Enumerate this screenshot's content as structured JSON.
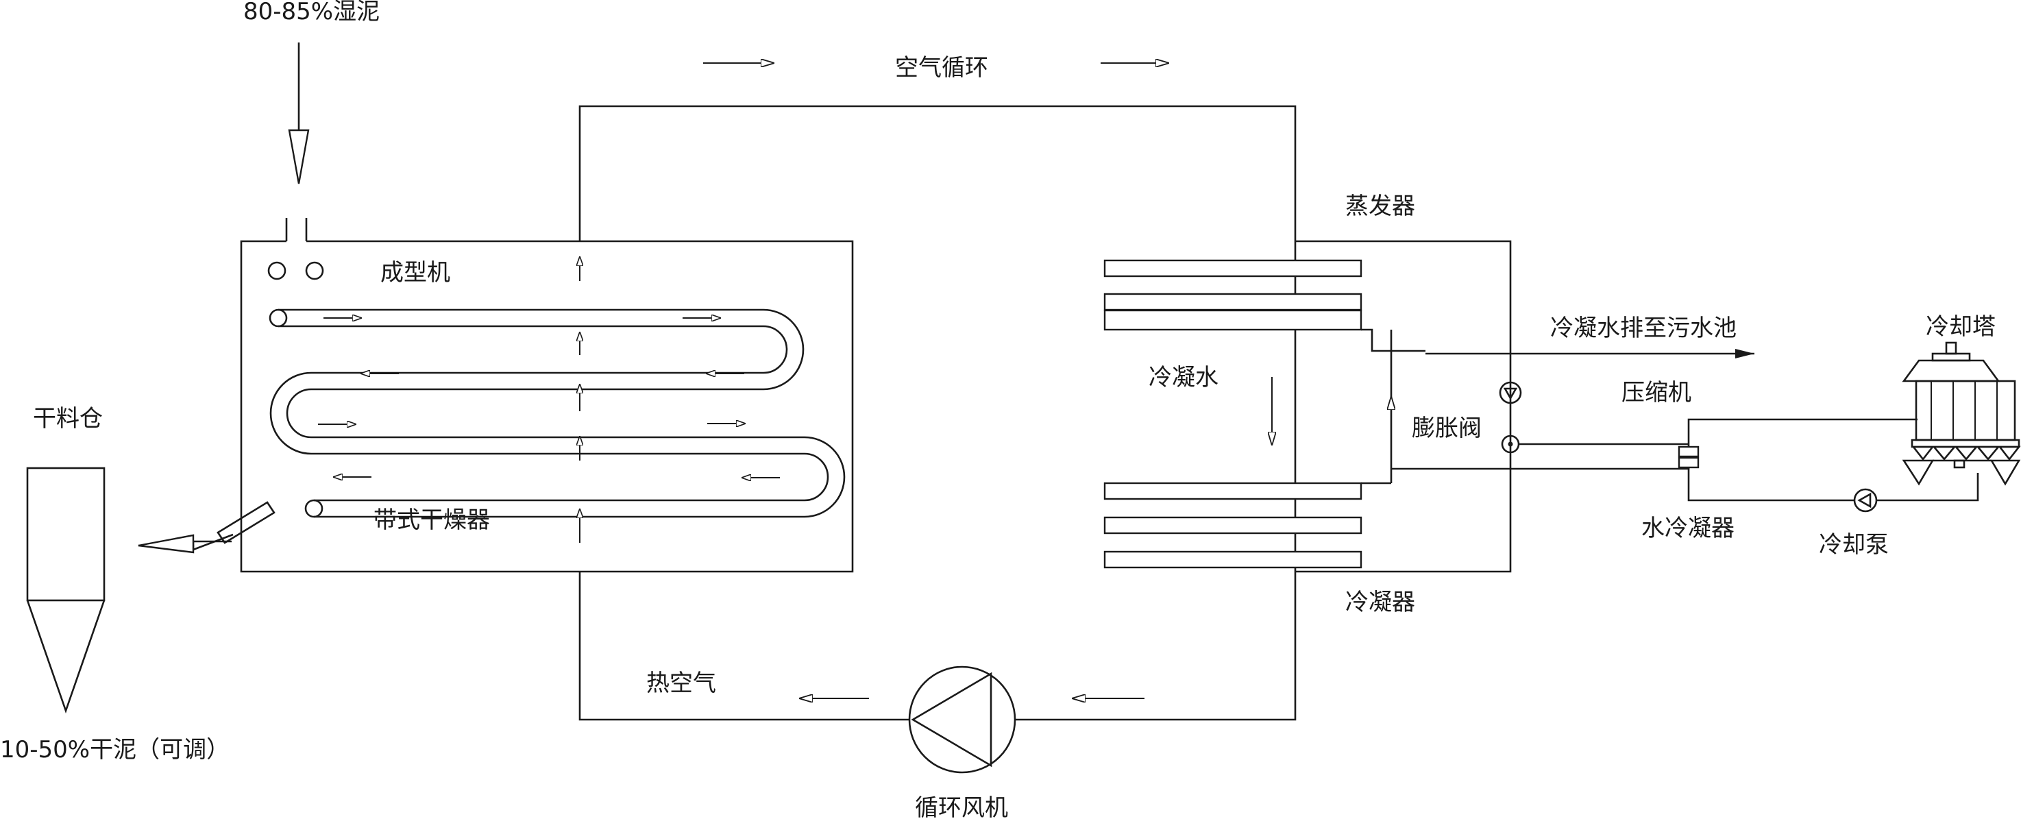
{
  "labels": {
    "wet_sludge": "80-85%湿泥",
    "air_circulation": "空气循环",
    "forming_machine": "成型机",
    "belt_dryer": "带式干燥器",
    "dry_bin": "干料仓",
    "dry_sludge": "10-50%干泥（可调）",
    "evaporator": "蒸发器",
    "condensate_water": "冷凝水",
    "condensate_drain": "冷凝水排至污水池",
    "expansion_valve": "膨胀阀",
    "compressor": "压缩机",
    "water_condenser": "水冷凝器",
    "cooling_tower": "冷却塔",
    "cooling_pump": "冷却泵",
    "condenser": "冷凝器",
    "hot_air": "热空气",
    "circulation_fan": "循环风机"
  },
  "colors": {
    "line": "#1a1a1a",
    "background": "#ffffff"
  }
}
